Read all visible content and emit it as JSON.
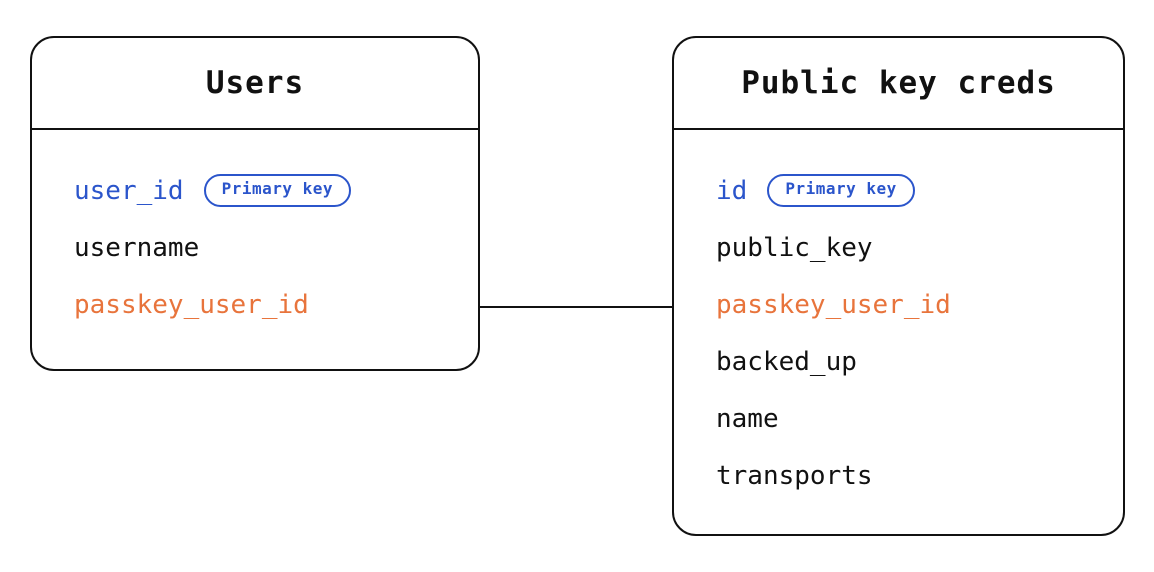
{
  "diagram": {
    "type": "entity-relationship",
    "colors": {
      "primary_key_blue": "#2b55cb",
      "foreign_key_orange": "#e8743c",
      "text_black": "#111111",
      "border_black": "#111111",
      "background": "#ffffff"
    },
    "tables": [
      {
        "title": "Users",
        "fields": [
          {
            "label": "user_id",
            "color": "blue",
            "badge": "Primary key"
          },
          {
            "label": "username",
            "color": "black"
          },
          {
            "label": "passkey_user_id",
            "color": "orange"
          }
        ]
      },
      {
        "title": "Public key creds",
        "fields": [
          {
            "label": "id",
            "color": "blue",
            "badge": "Primary key"
          },
          {
            "label": "public_key",
            "color": "black"
          },
          {
            "label": "passkey_user_id",
            "color": "orange"
          },
          {
            "label": "backed_up",
            "color": "black"
          },
          {
            "label": "name",
            "color": "black"
          },
          {
            "label": "transports",
            "color": "black"
          }
        ]
      }
    ],
    "relationship": {
      "from": "Users.passkey_user_id",
      "to": "Public key creds.passkey_user_id"
    }
  }
}
